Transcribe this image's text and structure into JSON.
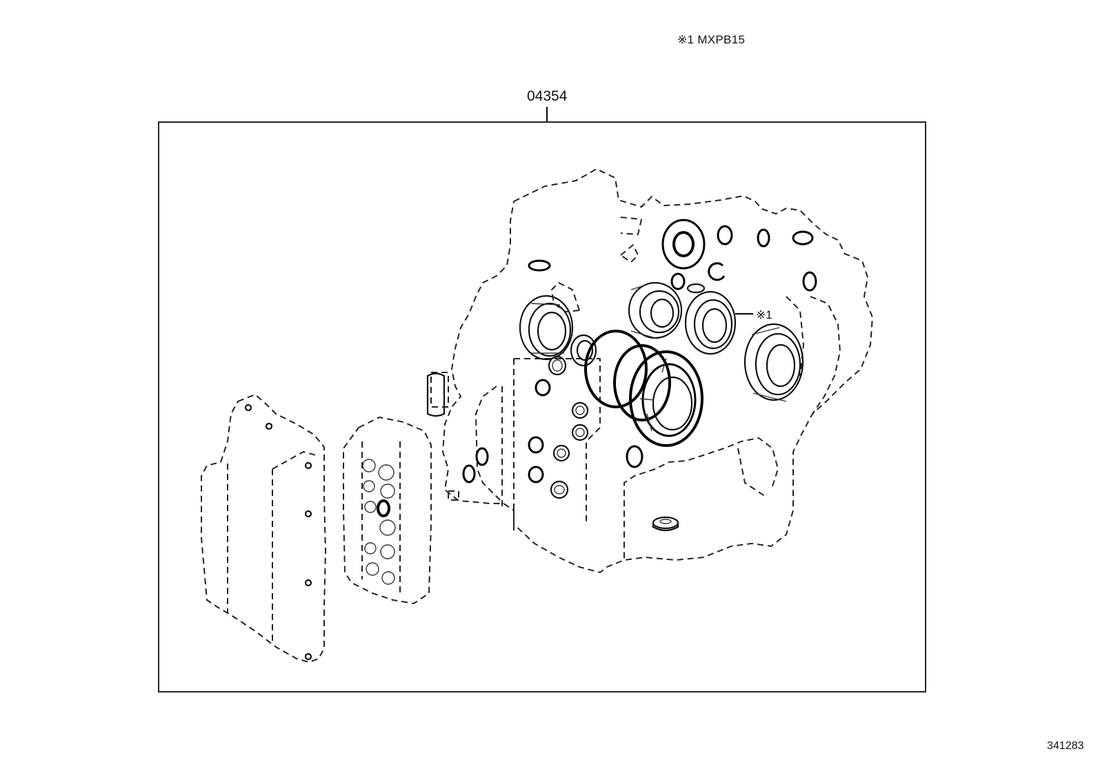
{
  "header_note": "※1 MXPB15",
  "part_number": "04354",
  "callout_mark": "※1",
  "figure_number": "341283"
}
